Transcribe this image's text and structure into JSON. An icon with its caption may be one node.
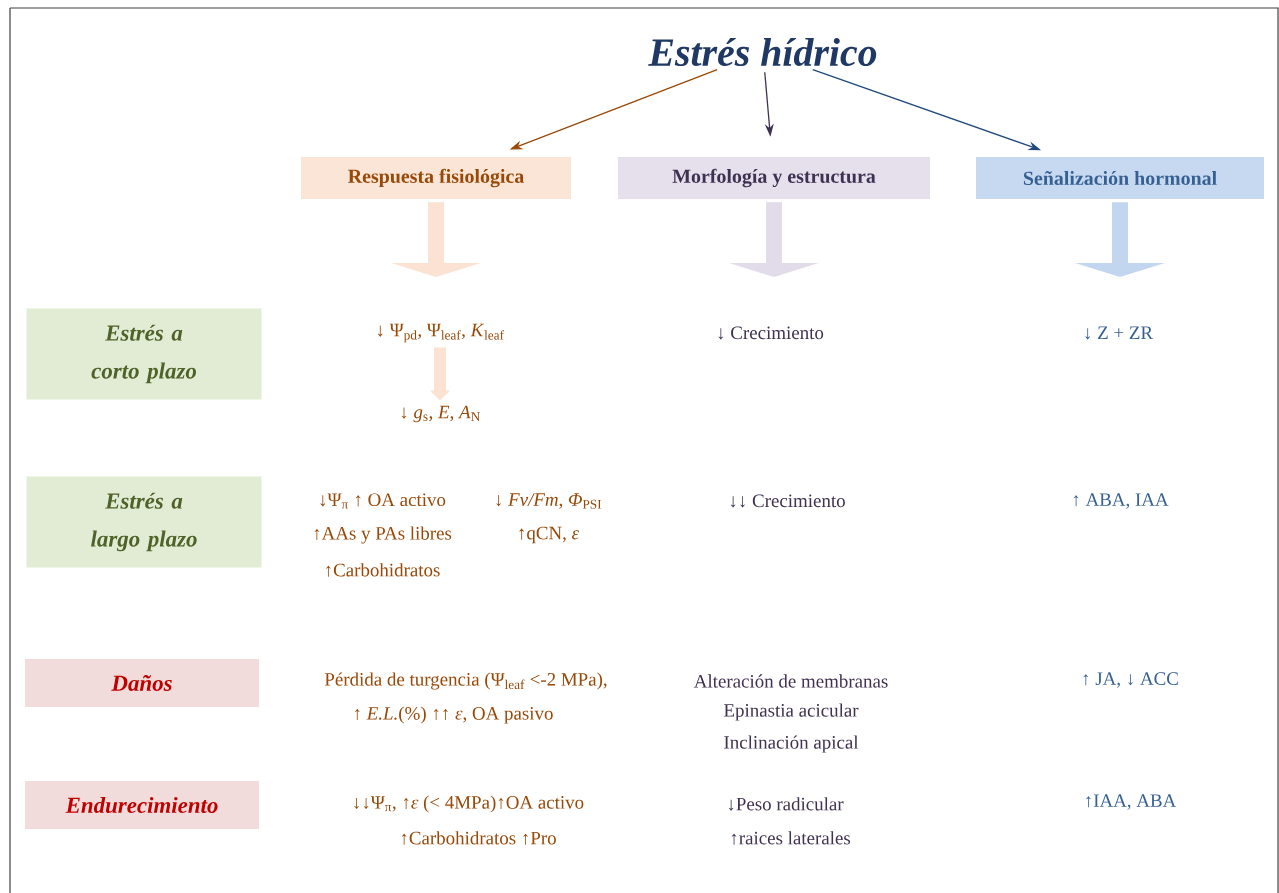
{
  "diagram": {
    "nodes": [
      {
        "text": [
          "Estrés hídrico"
        ]
      },
      {
        "text": [
          "Respuesta fisiológica"
        ]
      },
      {
        "text": [
          "Morfología y estructura"
        ]
      },
      {
        "text": [
          "Señalización hormonal"
        ]
      },
      {
        "text": [
          "Estrés a corto plazo"
        ]
      },
      {
        "text": [
          "Estrés a largo plazo"
        ]
      },
      {
        "text": [
          "Daños"
        ]
      },
      {
        "text": [
          "Endurecimiento"
        ]
      },
      {
        "text": [
          "↓ Ψ$_{pd}$, Ψ$_{leaf}$, *K*$_{leaf}$"
        ]
      },
      {
        "text": [
          "↓ *g*$_{s}$, *E*, *A*$_{N}$"
        ]
      }
    ],
    "edges": [
      {
        "from": 0,
        "to": 1,
        "arrow": "to",
        "color": "#984807"
      },
      {
        "from": 0,
        "to": 2,
        "arrow": "to",
        "color": "#3f3151"
      },
      {
        "from": 0,
        "to": 3,
        "arrow": "to",
        "color": "#1f497d"
      },
      {
        "from": 1,
        "to": null,
        "arrow": "to",
        "style": "thick",
        "color": "#fbe2d2"
      },
      {
        "from": 2,
        "to": null,
        "arrow": "to",
        "style": "thick",
        "color": "#e2dcea"
      },
      {
        "from": 3,
        "to": null,
        "arrow": "to",
        "style": "thick",
        "color": "#c3d6f0"
      },
      {
        "from": 8,
        "to": 9,
        "arrow": "to",
        "style": "thick",
        "color": "#fbe2d2"
      }
    ],
    "labels": [
      "↓ Crecimiento",
      "↓ Z + ZR",
      "↓Ψ$_{π}$ ↑ OA activo",
      "↓ *Fv/Fm*, *Φ*$_{PSI}$",
      "↓↓ Crecimiento",
      "↑ ABA, IAA",
      "↑AAs y PAs libres",
      "↑qCN, *ε*",
      "↑Carbohidratos",
      "Pérdida de turgencia (Ψ$_{leaf}$ <-2 MPa),",
      "Alteración de membranas",
      "↑ JA, ↓ ACC",
      "↑ *E.L.*(%)  ↑↑ *ε*, OA pasivo",
      "Epinastia acicular",
      "Inclinación apical",
      "↓↓Ψ$_{π}$, ↑*ε* (< 4MPa)↑OA activo",
      "↓Peso radicular",
      "↑IAA, ABA",
      "↑Carbohidratos ↑Pro",
      "↑raices laterales"
    ]
  }
}
